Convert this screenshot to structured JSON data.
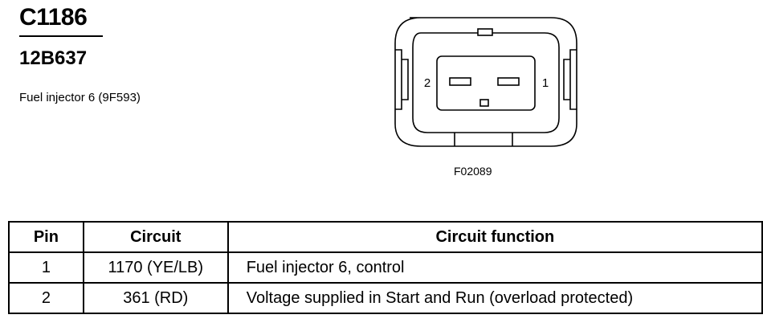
{
  "header": {
    "connector_id": "C1186",
    "part_number": "12B637",
    "description": "Fuel injector 6 (9F593)"
  },
  "diagram": {
    "pin_labels": {
      "left": "2",
      "right": "1"
    },
    "figure_code": "F02089"
  },
  "table": {
    "headers": {
      "pin": "Pin",
      "circuit": "Circuit",
      "function": "Circuit function"
    },
    "rows": [
      {
        "pin": "1",
        "circuit": "1170 (YE/LB)",
        "function": "Fuel injector 6, control"
      },
      {
        "pin": "2",
        "circuit": "361 (RD)",
        "function": "Voltage supplied in Start and Run (overload protected)"
      }
    ]
  }
}
